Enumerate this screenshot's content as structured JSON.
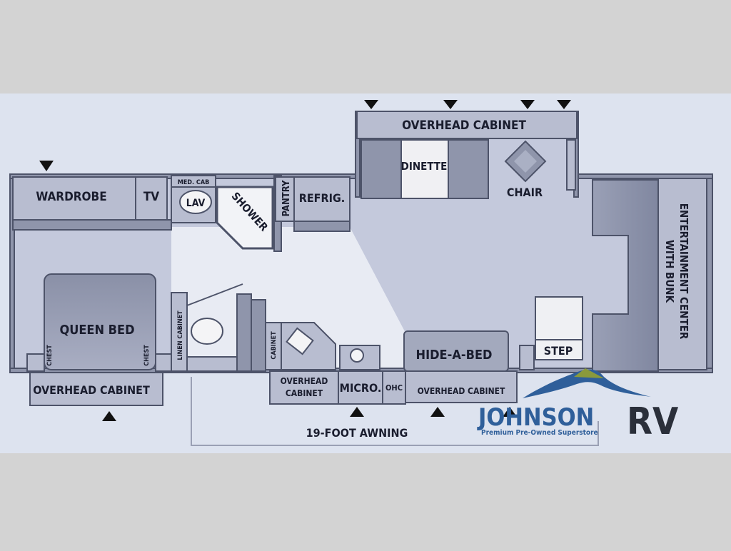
{
  "labels": {
    "overhead_cabinet_top": "OVERHEAD CABINET",
    "dinette": "DINETTE",
    "chair": "CHAIR",
    "wardrobe": "WARDROBE",
    "tv": "TV",
    "med_cab": "MED. CAB",
    "lav": "LAV",
    "shower": "SHOWER",
    "pantry": "PANTRY",
    "refrig": "REFRIG.",
    "entertainment_line1": "ENTERTAINMENT CENTER",
    "entertainment_line2": "WITH BUNK",
    "queen_bed": "QUEEN BED",
    "chest_left": "CHEST",
    "chest_right": "CHEST",
    "linen_cabinet": "LINEN CABINET",
    "cabinet": "CABINET",
    "hide_a_bed": "HIDE-A-BED",
    "step": "STEP",
    "overhead_cabinet_rear": "OVERHEAD CABINET",
    "overhead_cabinet_galley_line1": "OVERHEAD",
    "overhead_cabinet_galley_line2": "CABINET",
    "micro": "MICRO.",
    "ohc": "OHC",
    "overhead_cabinet_side": "OVERHEAD CABINET",
    "awning": "19-FOOT AWNING"
  },
  "logo": {
    "name_part1": "JOHNSON",
    "name_part2": "RV",
    "tagline": "Premium Pre-Owned Superstore"
  },
  "colors": {
    "background": "#d3d3d3",
    "floorplan_bg": "#dde3ef",
    "wall": "#8f95ab",
    "cabinet": "#b8bdd0",
    "text": "#1a1d2e",
    "logo_blue": "#2f5f9a",
    "logo_dark": "#2a2f3a"
  }
}
